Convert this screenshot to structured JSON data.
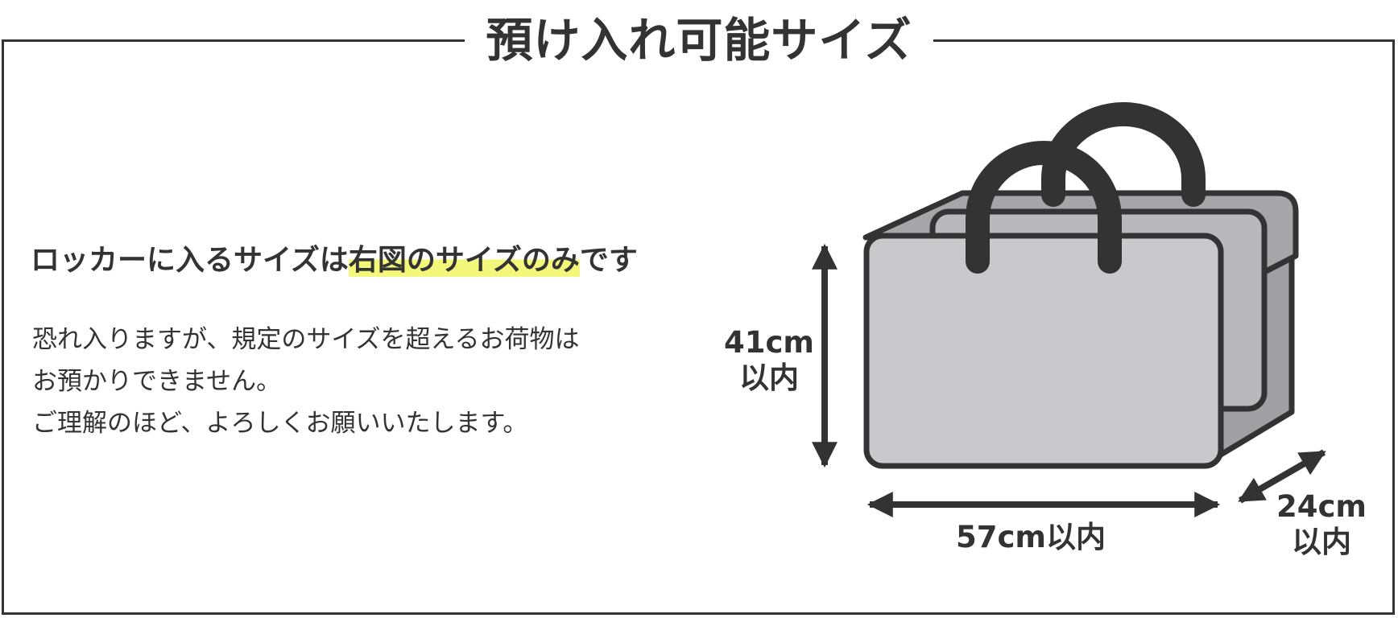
{
  "title": "預け入れ可能サイズ",
  "heading": {
    "before": "ロッカーに入るサイズは",
    "highlight": "右図のサイズのみ",
    "after": "です",
    "highlight_color": "#f3f77a"
  },
  "body_lines": [
    "恐れ入りますが、規定のサイズを超えるお荷物は",
    "お預かりできません。",
    "ご理解のほど、よろしくお願いいたします。"
  ],
  "dimensions": {
    "height": {
      "value": "41cm",
      "suffix": "以内"
    },
    "width": {
      "label": "57cm以内"
    },
    "depth": {
      "value": "24cm",
      "suffix": "以内"
    }
  },
  "colors": {
    "line": "#333333",
    "bag_front": "#c9c9cb",
    "bag_back": "#a6a6a8",
    "bag_side": "#a0a0a2"
  },
  "icons": {
    "bag": "duffel-bag-illustration",
    "arrows": "double-headed-arrow"
  }
}
